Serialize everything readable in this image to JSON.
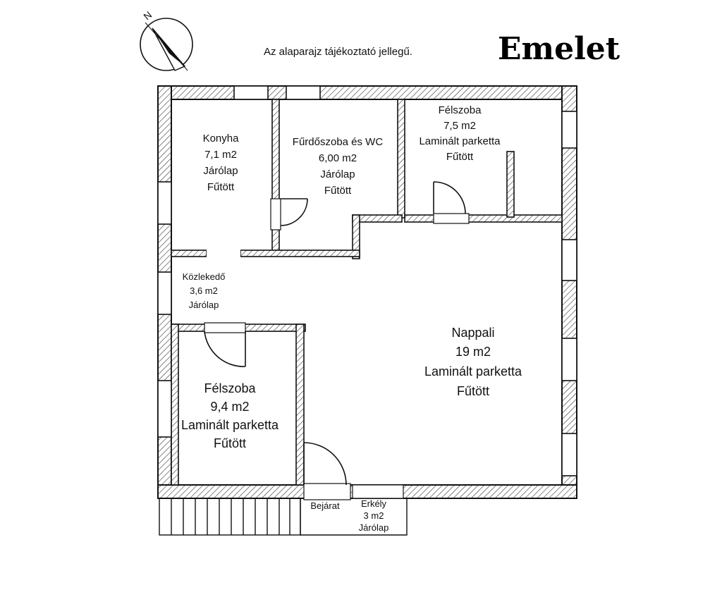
{
  "header": {
    "note": "Az alaparajz tájékoztató jellegű.",
    "title": "Emelet",
    "compass_letter": "N"
  },
  "rooms": {
    "konyha": {
      "name": "Konyha",
      "area": "7,1 m2",
      "floor": "Járólap",
      "heating": "Fűtött"
    },
    "furdo": {
      "name": "Fűrdőszoba és WC",
      "area": "6,00 m2",
      "floor": "Járólap",
      "heating": "Fűtött"
    },
    "felszoba1": {
      "name": "Félszoba",
      "area": "7,5 m2",
      "floor": "Laminált parketta",
      "heating": "Fűtött"
    },
    "kozlekedo": {
      "name": "Közlekedő",
      "area": "3,6 m2",
      "floor": "Járólap"
    },
    "nappali": {
      "name": "Nappali",
      "area": "19 m2",
      "floor": "Laminált parketta",
      "heating": "Fűtött"
    },
    "felszoba2": {
      "name": "Félszoba",
      "area": "9,4 m2",
      "floor": "Laminált parketta",
      "heating": "Fűtött"
    },
    "bejarat": {
      "name": "Bejárat"
    },
    "erkely": {
      "name": "Erkély",
      "area": "3 m2",
      "floor": "Járólap"
    }
  },
  "colors": {
    "line": "#111111",
    "background": "#ffffff"
  }
}
